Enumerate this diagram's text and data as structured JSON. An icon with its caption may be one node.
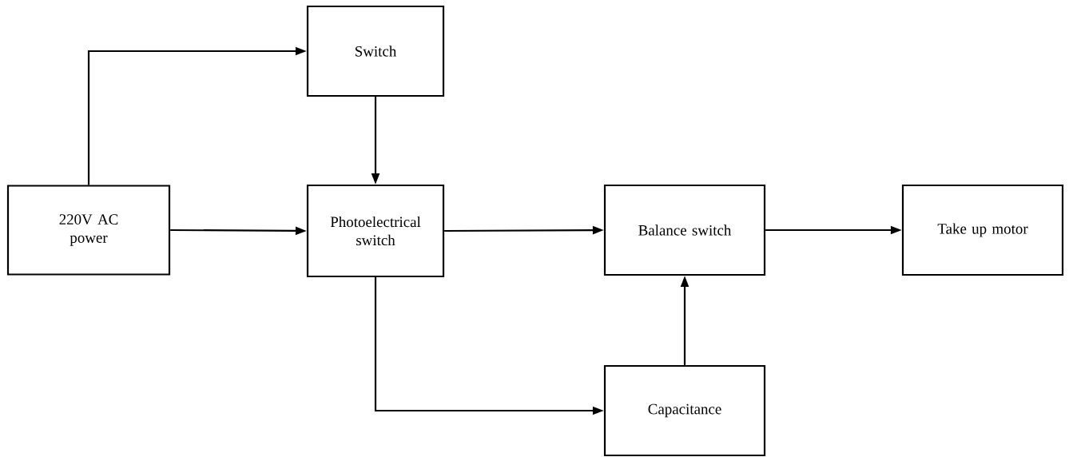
{
  "diagram": {
    "nodes": [
      {
        "text": [
          "220V AC power"
        ]
      },
      {
        "text": [
          "Switch"
        ]
      },
      {
        "text": [
          "Photoelectrical switch"
        ]
      },
      {
        "text": [
          "Balance switch"
        ]
      },
      {
        "text": [
          "Take up motor"
        ]
      },
      {
        "text": [
          "Capacitance"
        ]
      }
    ],
    "edges": [
      {
        "from": 0,
        "to": 1,
        "arrow": "to"
      },
      {
        "from": 1,
        "to": 2,
        "arrow": "to"
      },
      {
        "from": 0,
        "to": 2,
        "arrow": "to"
      },
      {
        "from": 2,
        "to": 3,
        "arrow": "to"
      },
      {
        "from": 3,
        "to": 4,
        "arrow": "to"
      },
      {
        "from": 2,
        "to": 5,
        "arrow": "to"
      },
      {
        "from": 5,
        "to": 3,
        "arrow": "to"
      }
    ]
  }
}
